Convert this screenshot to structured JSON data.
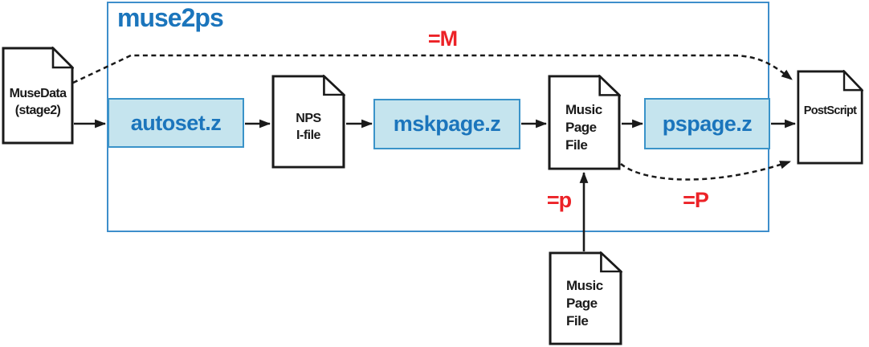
{
  "diagram": {
    "title": "muse2ps",
    "nodes": {
      "musedata": {
        "type": "file",
        "lines": [
          "MuseData",
          "(stage2)"
        ]
      },
      "autoset": {
        "type": "process",
        "label": "autoset.z"
      },
      "nps_ifile": {
        "type": "file",
        "lines": [
          "NPS",
          "I-file"
        ]
      },
      "mskpage": {
        "type": "process",
        "label": "mskpage.z"
      },
      "music_page_file_top": {
        "type": "file",
        "lines": [
          "Music",
          "Page",
          "File"
        ]
      },
      "pspage": {
        "type": "process",
        "label": "pspage.z"
      },
      "postscript": {
        "type": "file",
        "lines": [
          "PostScript"
        ]
      },
      "music_page_file_bottom": {
        "type": "file",
        "lines": [
          "Music",
          "Page",
          "File"
        ]
      }
    },
    "flags": {
      "m_output": "=M",
      "p_input": "=p",
      "P_output": "=P"
    },
    "colors": {
      "container_border": "#3E8ECB",
      "title_text": "#1B75BC",
      "process_fill": "#C5E4EE",
      "process_border": "#3A93C9",
      "process_text": "#1B75BC",
      "flag_text": "#EC2227",
      "wire": "#1A1A1A",
      "file_fill": "#FFFFFF",
      "file_border": "#1A1A1A"
    }
  }
}
